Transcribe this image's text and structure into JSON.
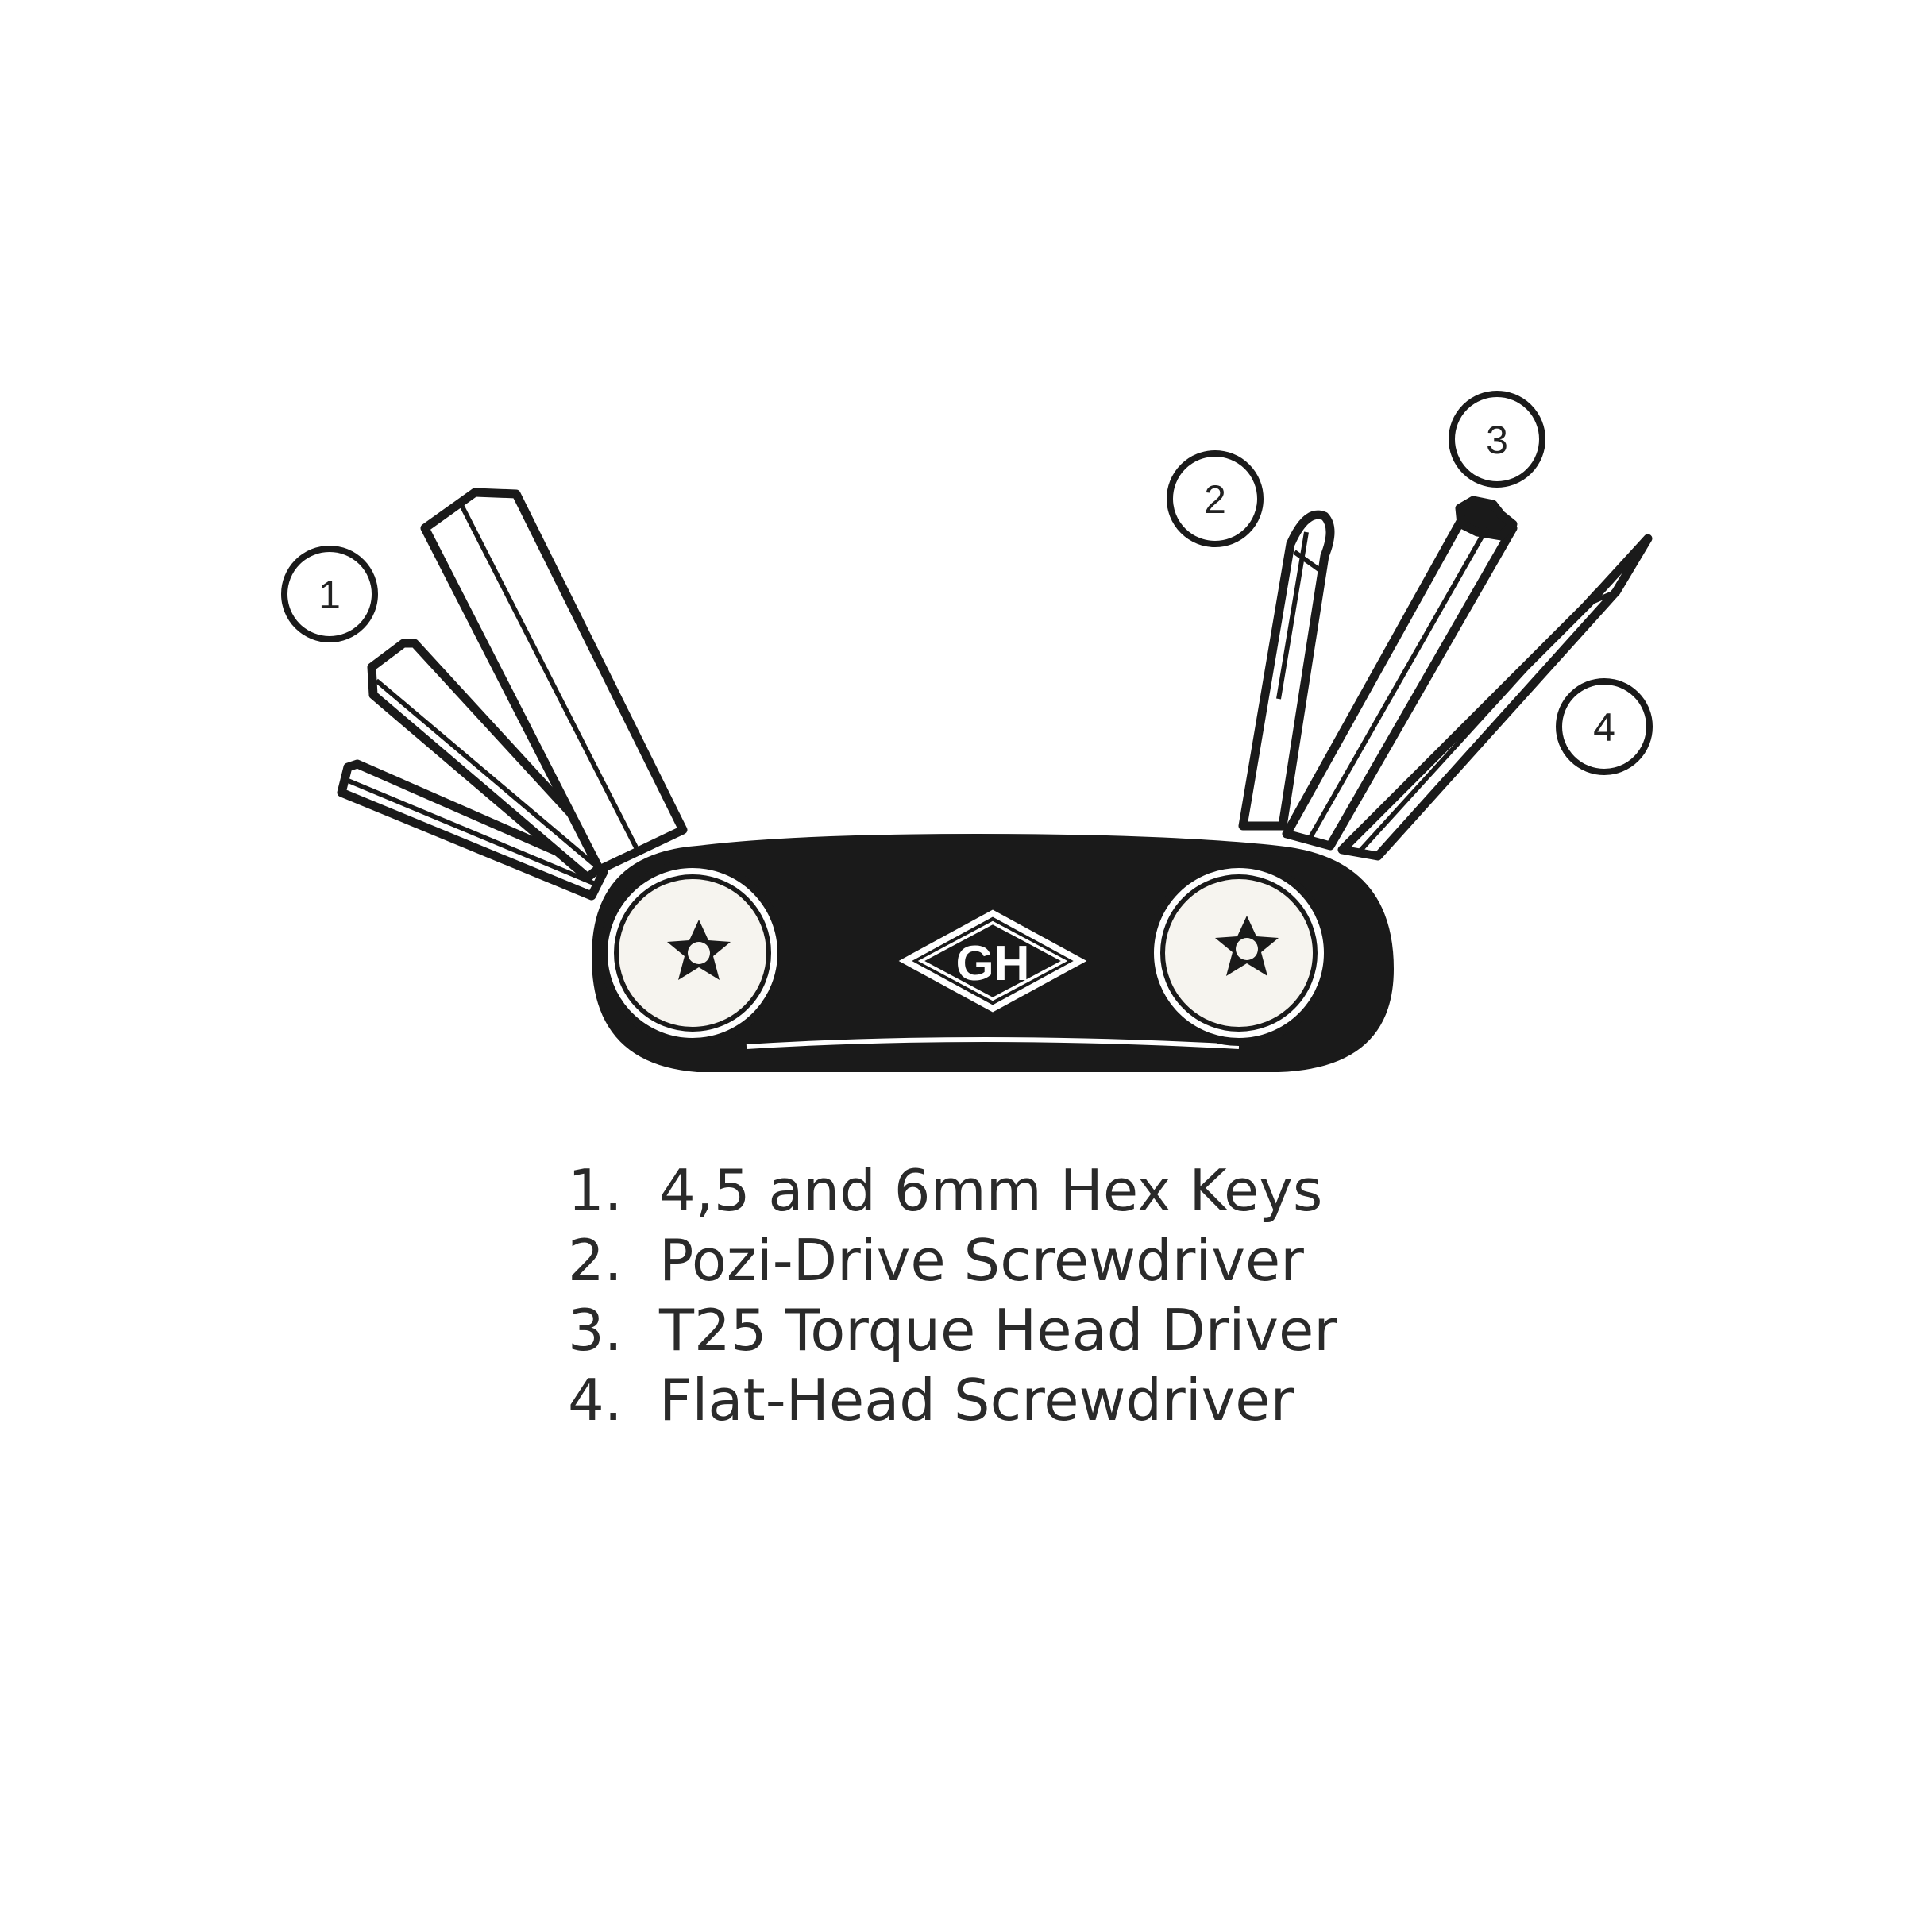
{
  "logo": {
    "text": "GH"
  },
  "callouts": [
    {
      "number": "1"
    },
    {
      "number": "2"
    },
    {
      "number": "3"
    },
    {
      "number": "4"
    }
  ],
  "legend": [
    {
      "number": "1.",
      "label": "4,5 and 6mm Hex Keys"
    },
    {
      "number": "2.",
      "label": "Pozi-Drive Screwdriver"
    },
    {
      "number": "3.",
      "label": "T25 Torque Head Driver"
    },
    {
      "number": "4.",
      "label": "Flat-Head Screwdriver"
    }
  ],
  "colors": {
    "ink": "#1a1a1a",
    "background": "#ffffff",
    "bolt": "#f6f4ef"
  }
}
